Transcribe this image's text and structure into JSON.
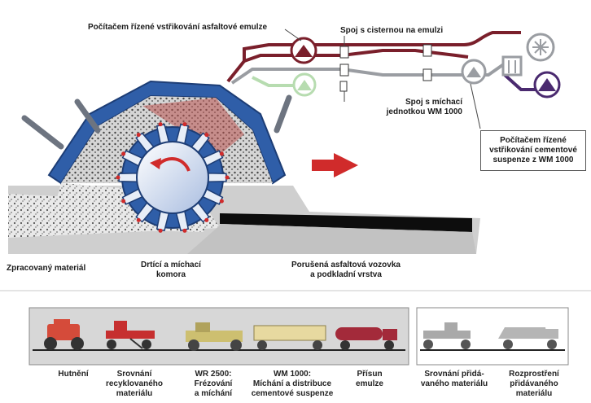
{
  "top": {
    "emulsion_spray_label": "Počítačem řízené vstřikování asfaltové emulze",
    "tank_link_label": "Spoj s cisternou na emulzi",
    "mixer_link_label_line1": "Spoj s míchací",
    "mixer_link_label_line2": "jednotkou WM 1000",
    "cement_spray_line1": "Počítačem řízené",
    "cement_spray_line2": "vstřikování cementové",
    "cement_spray_line3": "suspenze z WM 1000",
    "processed_material": "Zpracovaný materiál",
    "crusher_line1": "Drtící a míchací",
    "crusher_line2": "komora",
    "damaged_line1": "Porušená asfaltová vozovka",
    "damaged_line2": "a podkladní vrstva"
  },
  "bottom": {
    "compaction": "Hutnění",
    "recycled_line1": "Srovnání",
    "recycled_line2": "recyklovaného",
    "recycled_line3": "materiálu",
    "wr_line1": "WR 2500:",
    "wr_line2": "Frézování",
    "wr_line3": "a míchání",
    "wm_line1": "WM 1000:",
    "wm_line2": "Míchání a distribuce",
    "wm_line3": "cementové suspenze",
    "emulsion_line1": "Přísun",
    "emulsion_line2": "emulze",
    "added_level_line1": "Srovnání přidá-",
    "added_level_line2": "vaného materiálu",
    "spread_line1": "Rozprostření",
    "spread_line2": "přidávaného",
    "spread_line3": "materiálu"
  },
  "colors": {
    "drum_blue": "#2f5ea8",
    "emulsion_pipe": "#7a1f2b",
    "cement_pipe": "#8c8f94",
    "arrow_red": "#d02b2b",
    "asphalt": "#111111",
    "ground": "#c9c9c9"
  }
}
